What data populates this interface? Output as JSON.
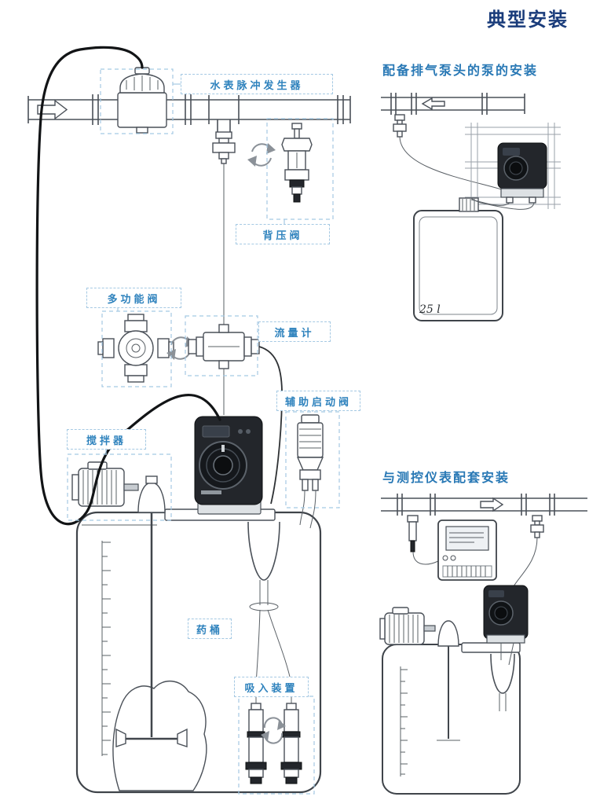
{
  "page": {
    "title": "典型安装"
  },
  "colors": {
    "title_blue": "#1a3c7b",
    "label_blue": "#2e82bd",
    "callout_border_blue": "#a5c9e3",
    "line_gray": "#4a5058",
    "pump_body_black": "#23262b"
  },
  "main_diagram": {
    "labels": {
      "water_meter_pulse_generator": "水表脉冲发生器",
      "back_pressure_valve": "背压阀",
      "multifunction_valve": "多功能阀",
      "flow_meter": "流量计",
      "auxiliary_priming_valve": "辅助启动阀",
      "mixer": "搅拌器",
      "chemical_tank": "药桶",
      "suction_device": "吸入装置"
    }
  },
  "side_diagrams": [
    {
      "title": "配备排气泵头的泵的安装",
      "tank_capacity_label": "25 l"
    },
    {
      "title": "与测控仪表配套安装"
    }
  ]
}
